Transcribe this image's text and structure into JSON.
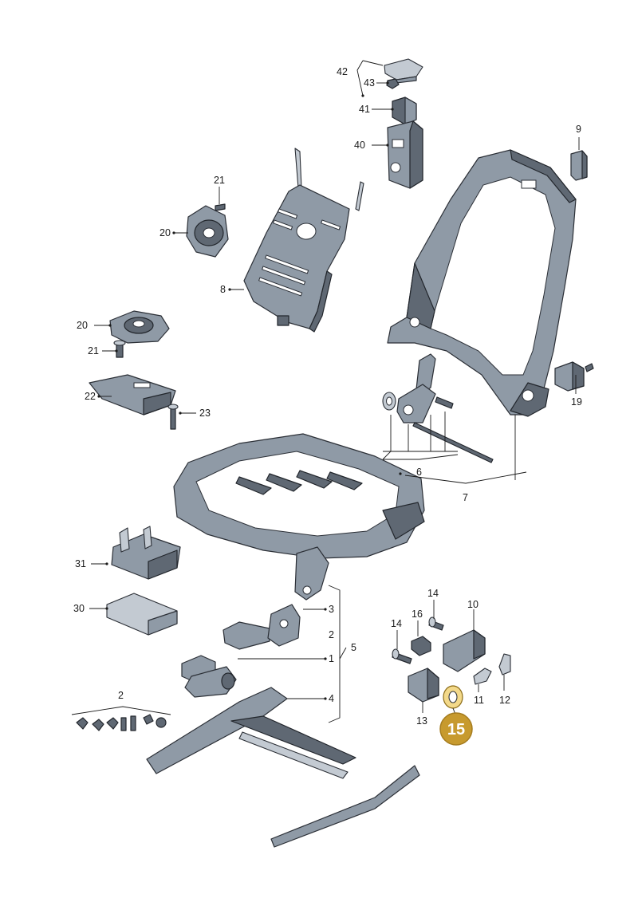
{
  "colors": {
    "metal": "#8f9aa6",
    "metal_dark": "#5f6873",
    "metal_light": "#c3cad2",
    "outline": "#2b2f36",
    "highlight_badge": "#c79a2e",
    "highlight_part": "#f3d98a"
  },
  "labels": {
    "p1": "1",
    "p2a": "2",
    "p2b": "2",
    "p3": "3",
    "p4": "4",
    "p5": "5",
    "p6": "6",
    "p7": "7",
    "p8": "8",
    "p9": "9",
    "p10": "10",
    "p11": "11",
    "p12": "12",
    "p13": "13",
    "p14a": "14",
    "p14b": "14",
    "p16": "16",
    "p19": "19",
    "p20a": "20",
    "p20b": "20",
    "p21a": "21",
    "p21b": "21",
    "p22": "22",
    "p23": "23",
    "p30": "30",
    "p31": "31",
    "p40": "40",
    "p41": "41",
    "p42": "42",
    "p43": "43"
  },
  "highlight": {
    "label": "15"
  }
}
